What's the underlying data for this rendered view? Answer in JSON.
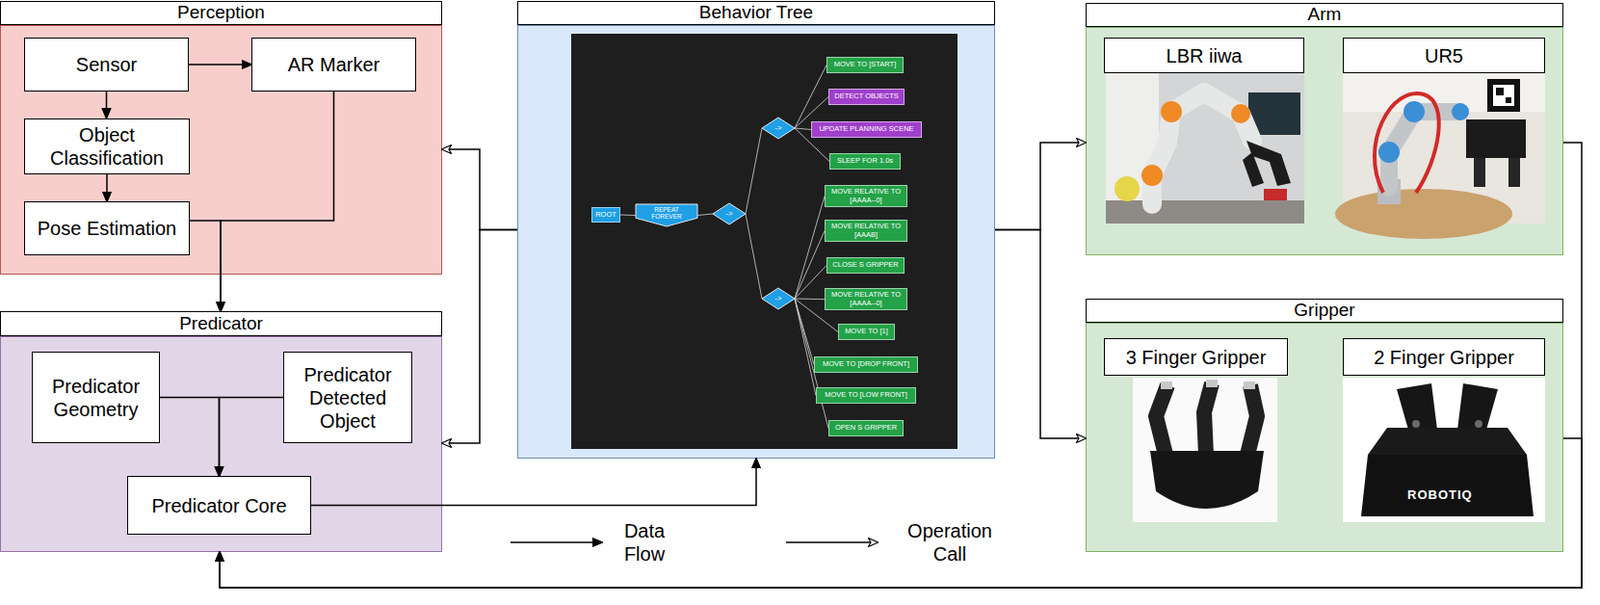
{
  "diagram": {
    "nodes": [
      {
        "text": [
          "Perception"
        ]
      },
      {
        "text": [
          "Sensor"
        ],
        "in": 0
      },
      {
        "text": [
          "AR Marker"
        ],
        "in": 0
      },
      {
        "text": [
          "Object Classification"
        ],
        "in": 0
      },
      {
        "text": [
          "Pose Estimation"
        ],
        "in": 0
      },
      {
        "text": [
          "Predicator"
        ]
      },
      {
        "text": [
          "Predicator Geometry"
        ],
        "in": 5
      },
      {
        "text": [
          "Predicator Detected Object"
        ],
        "in": 5
      },
      {
        "text": [
          "Predicator Core"
        ],
        "in": 5
      },
      {
        "text": [
          "Behavior Tree"
        ]
      },
      {
        "text": [
          "ROOT"
        ],
        "in": 9
      },
      {
        "text": [
          "REPEAT FOREVER"
        ],
        "in": 9
      },
      {
        "text": [
          "->"
        ],
        "in": 9
      },
      {
        "text": [
          "->"
        ],
        "in": 9
      },
      {
        "text": [
          "MOVE TO [START]"
        ],
        "in": 9
      },
      {
        "text": [
          "DETECT OBJECTS"
        ],
        "in": 9
      },
      {
        "text": [
          "UPDATE PLANNING SCENE"
        ],
        "in": 9
      },
      {
        "text": [
          "SLEEP FOR 1.0s"
        ],
        "in": 9
      },
      {
        "text": [
          "->"
        ],
        "in": 9
      },
      {
        "text": [
          "MOVE RELATIVE TO [AAAA--0]"
        ],
        "in": 9
      },
      {
        "text": [
          "MOVE RELATIVE TO [AAAB]"
        ],
        "in": 9
      },
      {
        "text": [
          "CLOSE S GRIPPER"
        ],
        "in": 9
      },
      {
        "text": [
          "MOVE RELATIVE TO [AAAA--0]"
        ],
        "in": 9
      },
      {
        "text": [
          "MOVE TO [1]"
        ],
        "in": 9
      },
      {
        "text": [
          "MOVE TO [DROP FRONT]"
        ],
        "in": 9
      },
      {
        "text": [
          "MOVE TO [LOW FRONT]"
        ],
        "in": 9
      },
      {
        "text": [
          "OPEN S GRIPPER"
        ],
        "in": 9
      },
      {
        "text": [
          "Arm"
        ]
      },
      {
        "text": [
          "LBR iiwa"
        ],
        "in": 27
      },
      {
        "text": [
          "UR5"
        ],
        "in": 27
      },
      {
        "text": [
          "Gripper"
        ]
      },
      {
        "text": [
          "3 Finger Gripper"
        ],
        "in": 30
      },
      {
        "text": [
          "2 Finger Gripper"
        ],
        "in": 30
      }
    ],
    "edges": [
      {
        "from": 1,
        "to": 2,
        "arrow": "to"
      },
      {
        "from": 1,
        "to": 3,
        "arrow": "to"
      },
      {
        "from": 3,
        "to": 4,
        "arrow": "to"
      },
      {
        "from": 4,
        "to": 5,
        "arrow": "to"
      },
      {
        "from": 2,
        "to": 5,
        "arrow": "to"
      },
      {
        "from": 6,
        "to": 8,
        "arrow": "to"
      },
      {
        "from": 7,
        "to": 8,
        "arrow": "to"
      },
      {
        "from": 8,
        "to": 9,
        "arrow": "to"
      },
      {
        "from": 9,
        "to": 0,
        "arrow": "to"
      },
      {
        "from": 9,
        "to": 5,
        "arrow": "to"
      },
      {
        "from": 9,
        "to": 27,
        "arrow": "to"
      },
      {
        "from": 9,
        "to": 30,
        "arrow": "to"
      },
      {
        "from": 27,
        "to": 5,
        "arrow": "to"
      },
      {
        "from": 30,
        "to": 5,
        "arrow": "to"
      },
      {
        "from": 10,
        "to": 11,
        "arrow": "none"
      },
      {
        "from": 11,
        "to": 12,
        "arrow": "none"
      },
      {
        "from": 12,
        "to": 13,
        "arrow": "none"
      },
      {
        "from": 12,
        "to": 18,
        "arrow": "none"
      },
      {
        "from": 13,
        "to": 14,
        "arrow": "none"
      },
      {
        "from": 13,
        "to": 15,
        "arrow": "none"
      },
      {
        "from": 13,
        "to": 16,
        "arrow": "none"
      },
      {
        "from": 13,
        "to": 17,
        "arrow": "none"
      },
      {
        "from": 18,
        "to": 19,
        "arrow": "none"
      },
      {
        "from": 18,
        "to": 20,
        "arrow": "none"
      },
      {
        "from": 18,
        "to": 21,
        "arrow": "none"
      },
      {
        "from": 18,
        "to": 22,
        "arrow": "none"
      },
      {
        "from": 18,
        "to": 23,
        "arrow": "none"
      },
      {
        "from": 18,
        "to": 24,
        "arrow": "none"
      },
      {
        "from": 18,
        "to": 25,
        "arrow": "none"
      },
      {
        "from": 18,
        "to": 26,
        "arrow": "none"
      }
    ],
    "labels": [
      "ROBOTIQ"
    ],
    "legend": [
      {
        "text": "Data Flow"
      },
      {
        "text": "Operation Call"
      }
    ]
  }
}
